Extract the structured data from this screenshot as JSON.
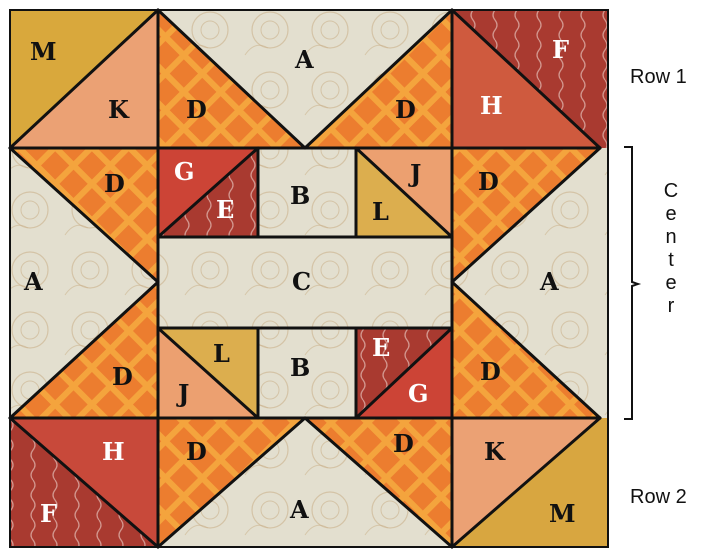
{
  "block": {
    "row1": {
      "label": "Row 1"
    },
    "center": {
      "label": "Center"
    },
    "row2": {
      "label": "Row 2"
    }
  },
  "piece_letters": {
    "a": "A",
    "b": "B",
    "c": "C",
    "d": "D",
    "e": "E",
    "f": "F",
    "g": "G",
    "h": "H",
    "j": "J",
    "k": "K",
    "l": "L",
    "m": "M"
  },
  "colors": {
    "cream_floral": "#e2ddcd",
    "mustard": "#d9a83c",
    "peach": "#eca277",
    "orange_plaid": "#ea7b2e",
    "red": "#ae3b30",
    "grid_line": "#111111"
  }
}
